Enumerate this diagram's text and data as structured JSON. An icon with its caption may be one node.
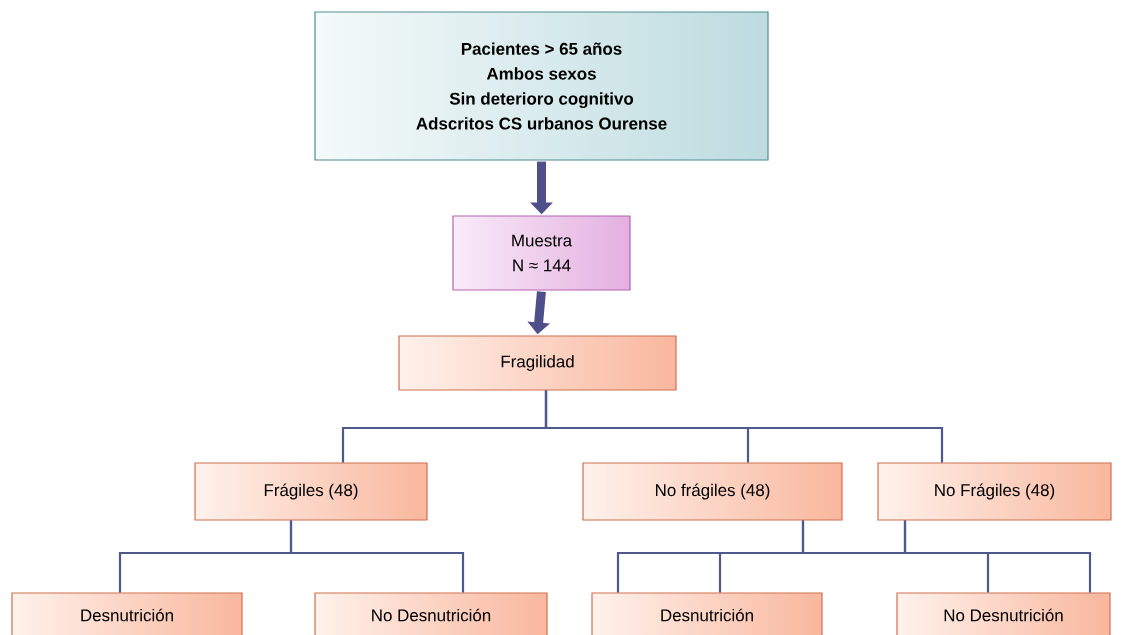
{
  "diagram": {
    "nodes": [
      {
        "text": [
          "Pacientes > 65 años",
          "Ambos sexos",
          "Sin deterioro cognitivo",
          "Adscritos CS urbanos Ourense"
        ]
      },
      {
        "text": [
          "Muestra",
          "N ≈ 144"
        ]
      },
      {
        "text": [
          "Fragilidad"
        ]
      },
      {
        "text": [
          "Frágiles (48)"
        ]
      },
      {
        "text": [
          "No frágiles (48)"
        ]
      },
      {
        "text": [
          "No Frágiles (48)"
        ]
      },
      {
        "text": [
          "Desnutrición"
        ]
      },
      {
        "text": [
          "No Desnutrición"
        ]
      },
      {
        "text": [
          "Desnutrición"
        ]
      },
      {
        "text": [
          "No Desnutrición"
        ]
      }
    ],
    "edges": [
      {
        "from": 0,
        "to": 1,
        "arrow": "to",
        "style": "thick"
      },
      {
        "from": 1,
        "to": 2,
        "arrow": "to",
        "style": "thick"
      },
      {
        "from": 2,
        "to": 3,
        "arrow": "none"
      },
      {
        "from": 2,
        "to": 4,
        "arrow": "none"
      },
      {
        "from": 2,
        "to": 5,
        "arrow": "none"
      },
      {
        "from": 3,
        "to": 6,
        "arrow": "none"
      },
      {
        "from": 3,
        "to": 7,
        "arrow": "none"
      },
      {
        "from": 4,
        "to": 8,
        "arrow": "none"
      },
      {
        "from": 4,
        "to": 9,
        "arrow": "none"
      },
      {
        "from": 5,
        "to": 8,
        "arrow": "none"
      },
      {
        "from": 5,
        "to": 9,
        "arrow": "none"
      }
    ]
  }
}
